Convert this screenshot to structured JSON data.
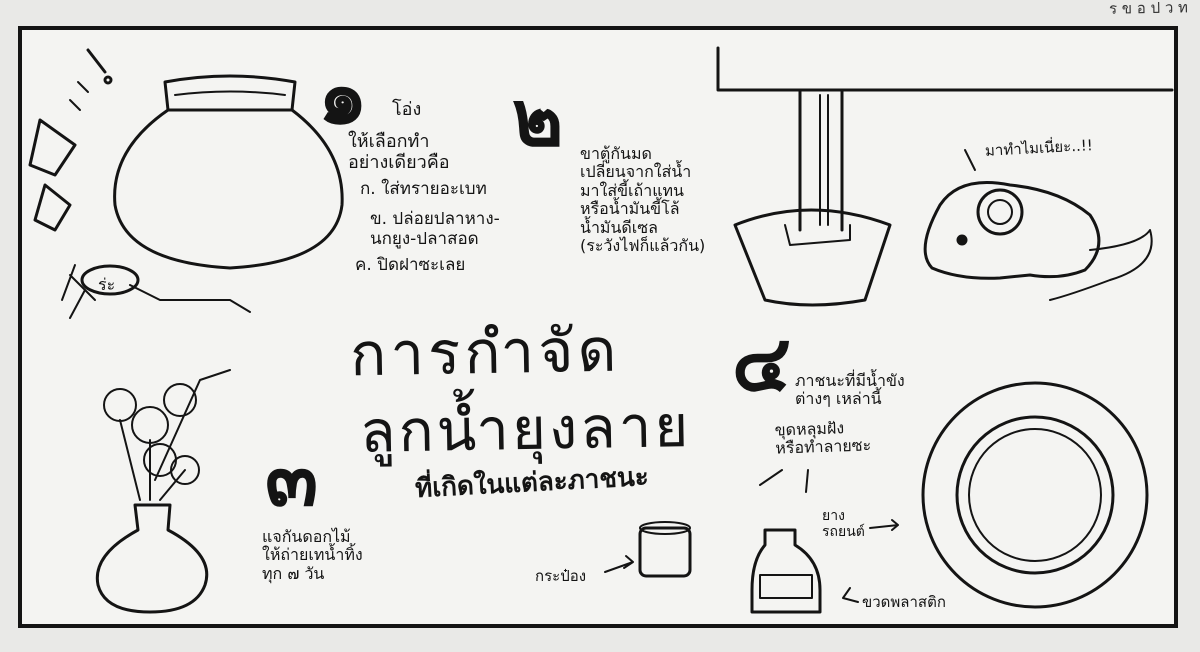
{
  "corner_text": "ร ข อ ป ว ท",
  "title": {
    "line1": "การกำจัด",
    "line2": "ลูกน้ำยุงลาย",
    "line3": "ที่เกิดในแต่ละภาชนะ"
  },
  "sections": {
    "s1": {
      "number": "๑",
      "heading": "โอ่ง",
      "intro": "ให้เลือกทำ\nอย่างเดียวคือ",
      "options": [
        "ก. ใส่ทรายอะเบท",
        "ข. ปล่อยปลาหาง-\nนกยูง-ปลาสอด",
        "ค. ปิดฝาซะเลย"
      ]
    },
    "s2": {
      "number": "๒",
      "text": "ขาตู้กันมด\nเปลี่ยนจากใส่น้ำ\nมาใส่ขี้เถ้าแทน\nหรือน้ำมันขี้โล้\nน้ำมันดีเซล\n(ระวังไฟก็แล้วกัน)",
      "mouse_speech": "มาทำไมเนี่ยะ..!!"
    },
    "s3": {
      "number": "๓",
      "text": "แจกันดอกไม้\nให้ถ่ายเทน้ำทิ้ง\nทุก ๗ วัน"
    },
    "s4": {
      "number": "๔",
      "text": "ภาชนะที่มีน้ำขัง\nต่างๆ เหล่านี้",
      "subtext": "ขุดหลุมฝัง\nหรือทำลายซะ",
      "labels": {
        "can": "กระป๋อง",
        "tire": "ยาง\nรถยนต์",
        "bottle": "ขวดพลาสติก"
      }
    }
  }
}
